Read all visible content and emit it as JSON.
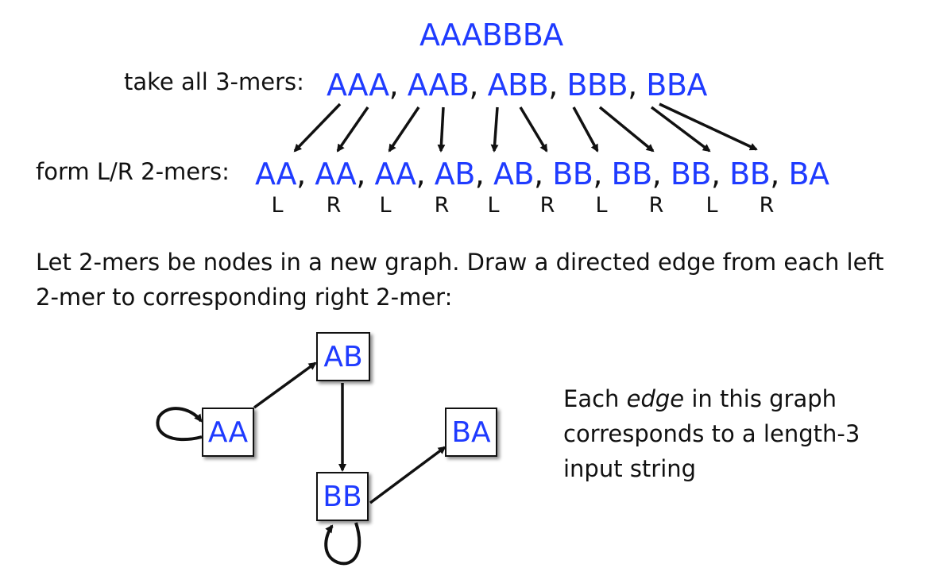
{
  "input_string": "AAABBBA",
  "kmers_label": "take all 3-mers:",
  "kmers": [
    "AAA",
    "AAB",
    "ABB",
    "BBB",
    "BBA"
  ],
  "twomers_label": "form L/R 2-mers:",
  "twomers": [
    {
      "text": "AA",
      "side": "L"
    },
    {
      "text": "AA",
      "side": "R"
    },
    {
      "text": "AA",
      "side": "L"
    },
    {
      "text": "AB",
      "side": "R"
    },
    {
      "text": "AB",
      "side": "L"
    },
    {
      "text": "BB",
      "side": "R"
    },
    {
      "text": "BB",
      "side": "L"
    },
    {
      "text": "BB",
      "side": "R"
    },
    {
      "text": "BB",
      "side": "L"
    },
    {
      "text": "BA",
      "side": "R"
    }
  ],
  "description": {
    "line1": "Let 2-mers be nodes in a new graph.  Draw a directed edge from each left",
    "line2": "2-mer to corresponding right 2-mer:"
  },
  "graph": {
    "nodes": [
      {
        "id": "AA",
        "label": "AA"
      },
      {
        "id": "AB",
        "label": "AB"
      },
      {
        "id": "BB",
        "label": "BB"
      },
      {
        "id": "BA",
        "label": "BA"
      }
    ],
    "edges": [
      {
        "from": "AA",
        "to": "AA"
      },
      {
        "from": "AA",
        "to": "AB"
      },
      {
        "from": "AB",
        "to": "BB"
      },
      {
        "from": "BB",
        "to": "BB"
      },
      {
        "from": "BB",
        "to": "BA"
      }
    ]
  },
  "note": {
    "part1": "Each ",
    "emphasis": "edge",
    "part2": " in this graph",
    "line2": "corresponds to a length-3",
    "line3": "input string"
  },
  "colors": {
    "sequence_text": "#1f3bff",
    "body_text": "#111111",
    "arrow": "#111111"
  }
}
